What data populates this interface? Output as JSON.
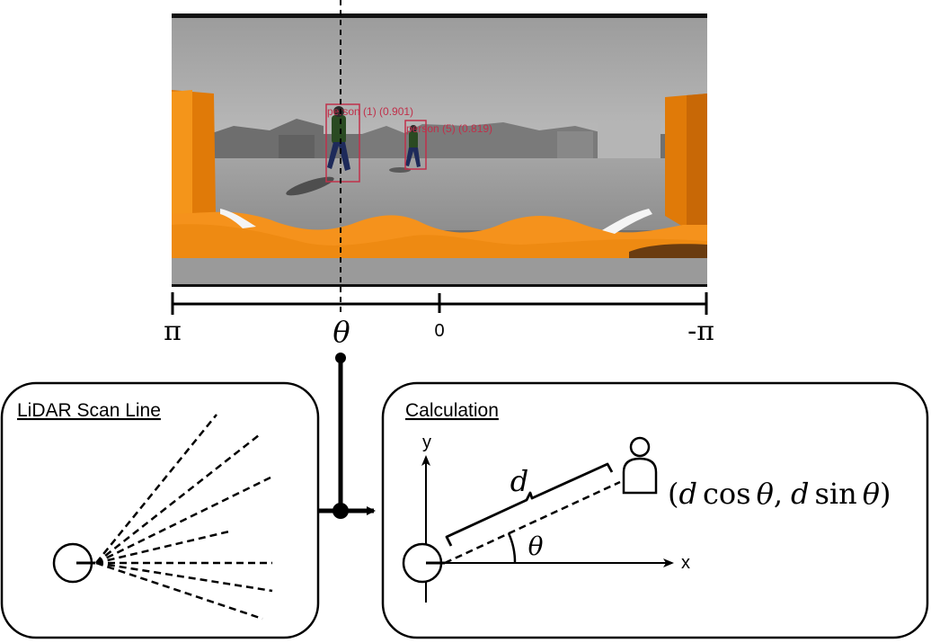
{
  "panorama": {
    "detections": [
      {
        "label": "person (1) (0.901)"
      },
      {
        "label": "person (5) (0.819)"
      }
    ],
    "angle_axis": {
      "left_label": "π",
      "theta_label": "θ",
      "center_label": "0",
      "right_label": "-π"
    }
  },
  "lidar_panel": {
    "title": "LiDAR Scan Line"
  },
  "calc_panel": {
    "title": "Calculation",
    "y_axis_label": "y",
    "x_axis_label": "x",
    "distance_label": "d",
    "angle_label": "θ",
    "formula": {
      "open": "(",
      "d1": "d",
      "cos": "cos",
      "theta1": "θ",
      "comma": ",",
      "d2": "d",
      "sin": "sin",
      "theta2": "θ",
      "close": ")"
    }
  },
  "colors": {
    "sky": "#a9a9a9",
    "ground": "#9a9a9a",
    "orange": "#f08c10",
    "detection_box": "#c0304a",
    "line": "#000000"
  },
  "icons": [
    "person-icon",
    "lidar-sensor-icon",
    "arrow-icon"
  ]
}
